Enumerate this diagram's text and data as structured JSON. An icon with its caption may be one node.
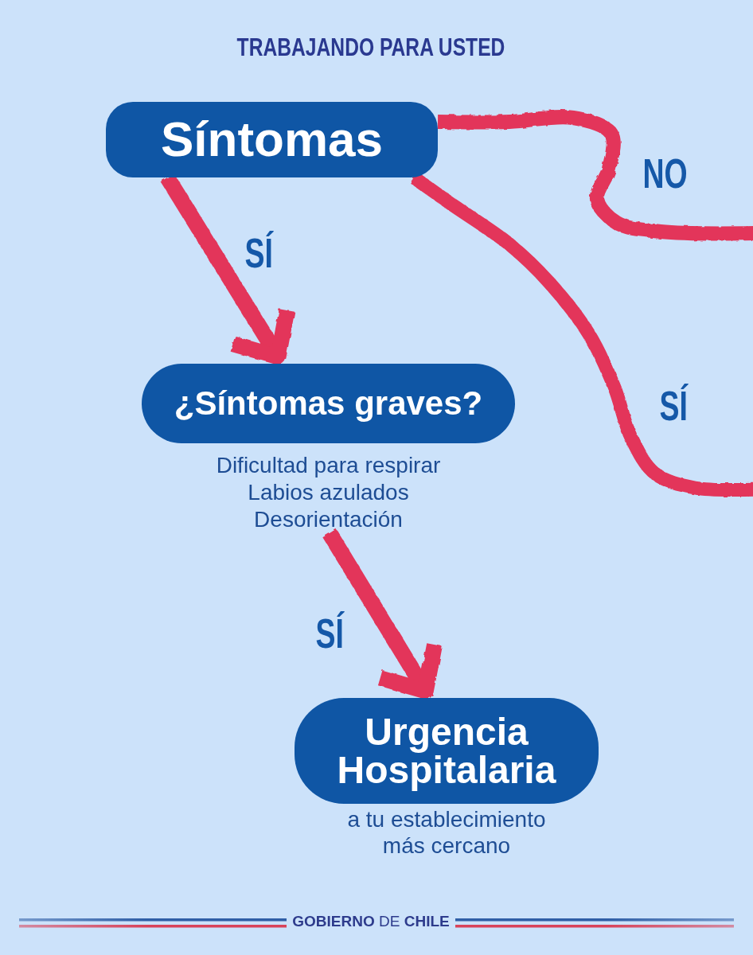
{
  "diagram": {
    "nodes": [
      {
        "text": [
          "Síntomas"
        ]
      },
      {
        "text": [
          "¿Síntomas graves?"
        ],
        "beside": [
          "Dificultad para respirar",
          "Labios azulados",
          "Desorientación"
        ]
      },
      {
        "text": [
          "Urgencia Hospitalaria"
        ],
        "beside": [
          "a tu establecimiento más cercano"
        ]
      }
    ],
    "edges": [
      {
        "from": 0,
        "to": 1,
        "arrow": "to",
        "label": "SÍ"
      },
      {
        "from": 1,
        "to": 2,
        "arrow": "to",
        "label": "SÍ"
      },
      {
        "from": 0,
        "to": null,
        "arrow": "none",
        "label": "NO"
      },
      {
        "from": 0,
        "to": null,
        "arrow": "none",
        "label": "SÍ"
      }
    ],
    "labels": [
      "TRABAJANDO PARA USTED",
      "**GOBIERNO** DE **CHILE**"
    ]
  }
}
